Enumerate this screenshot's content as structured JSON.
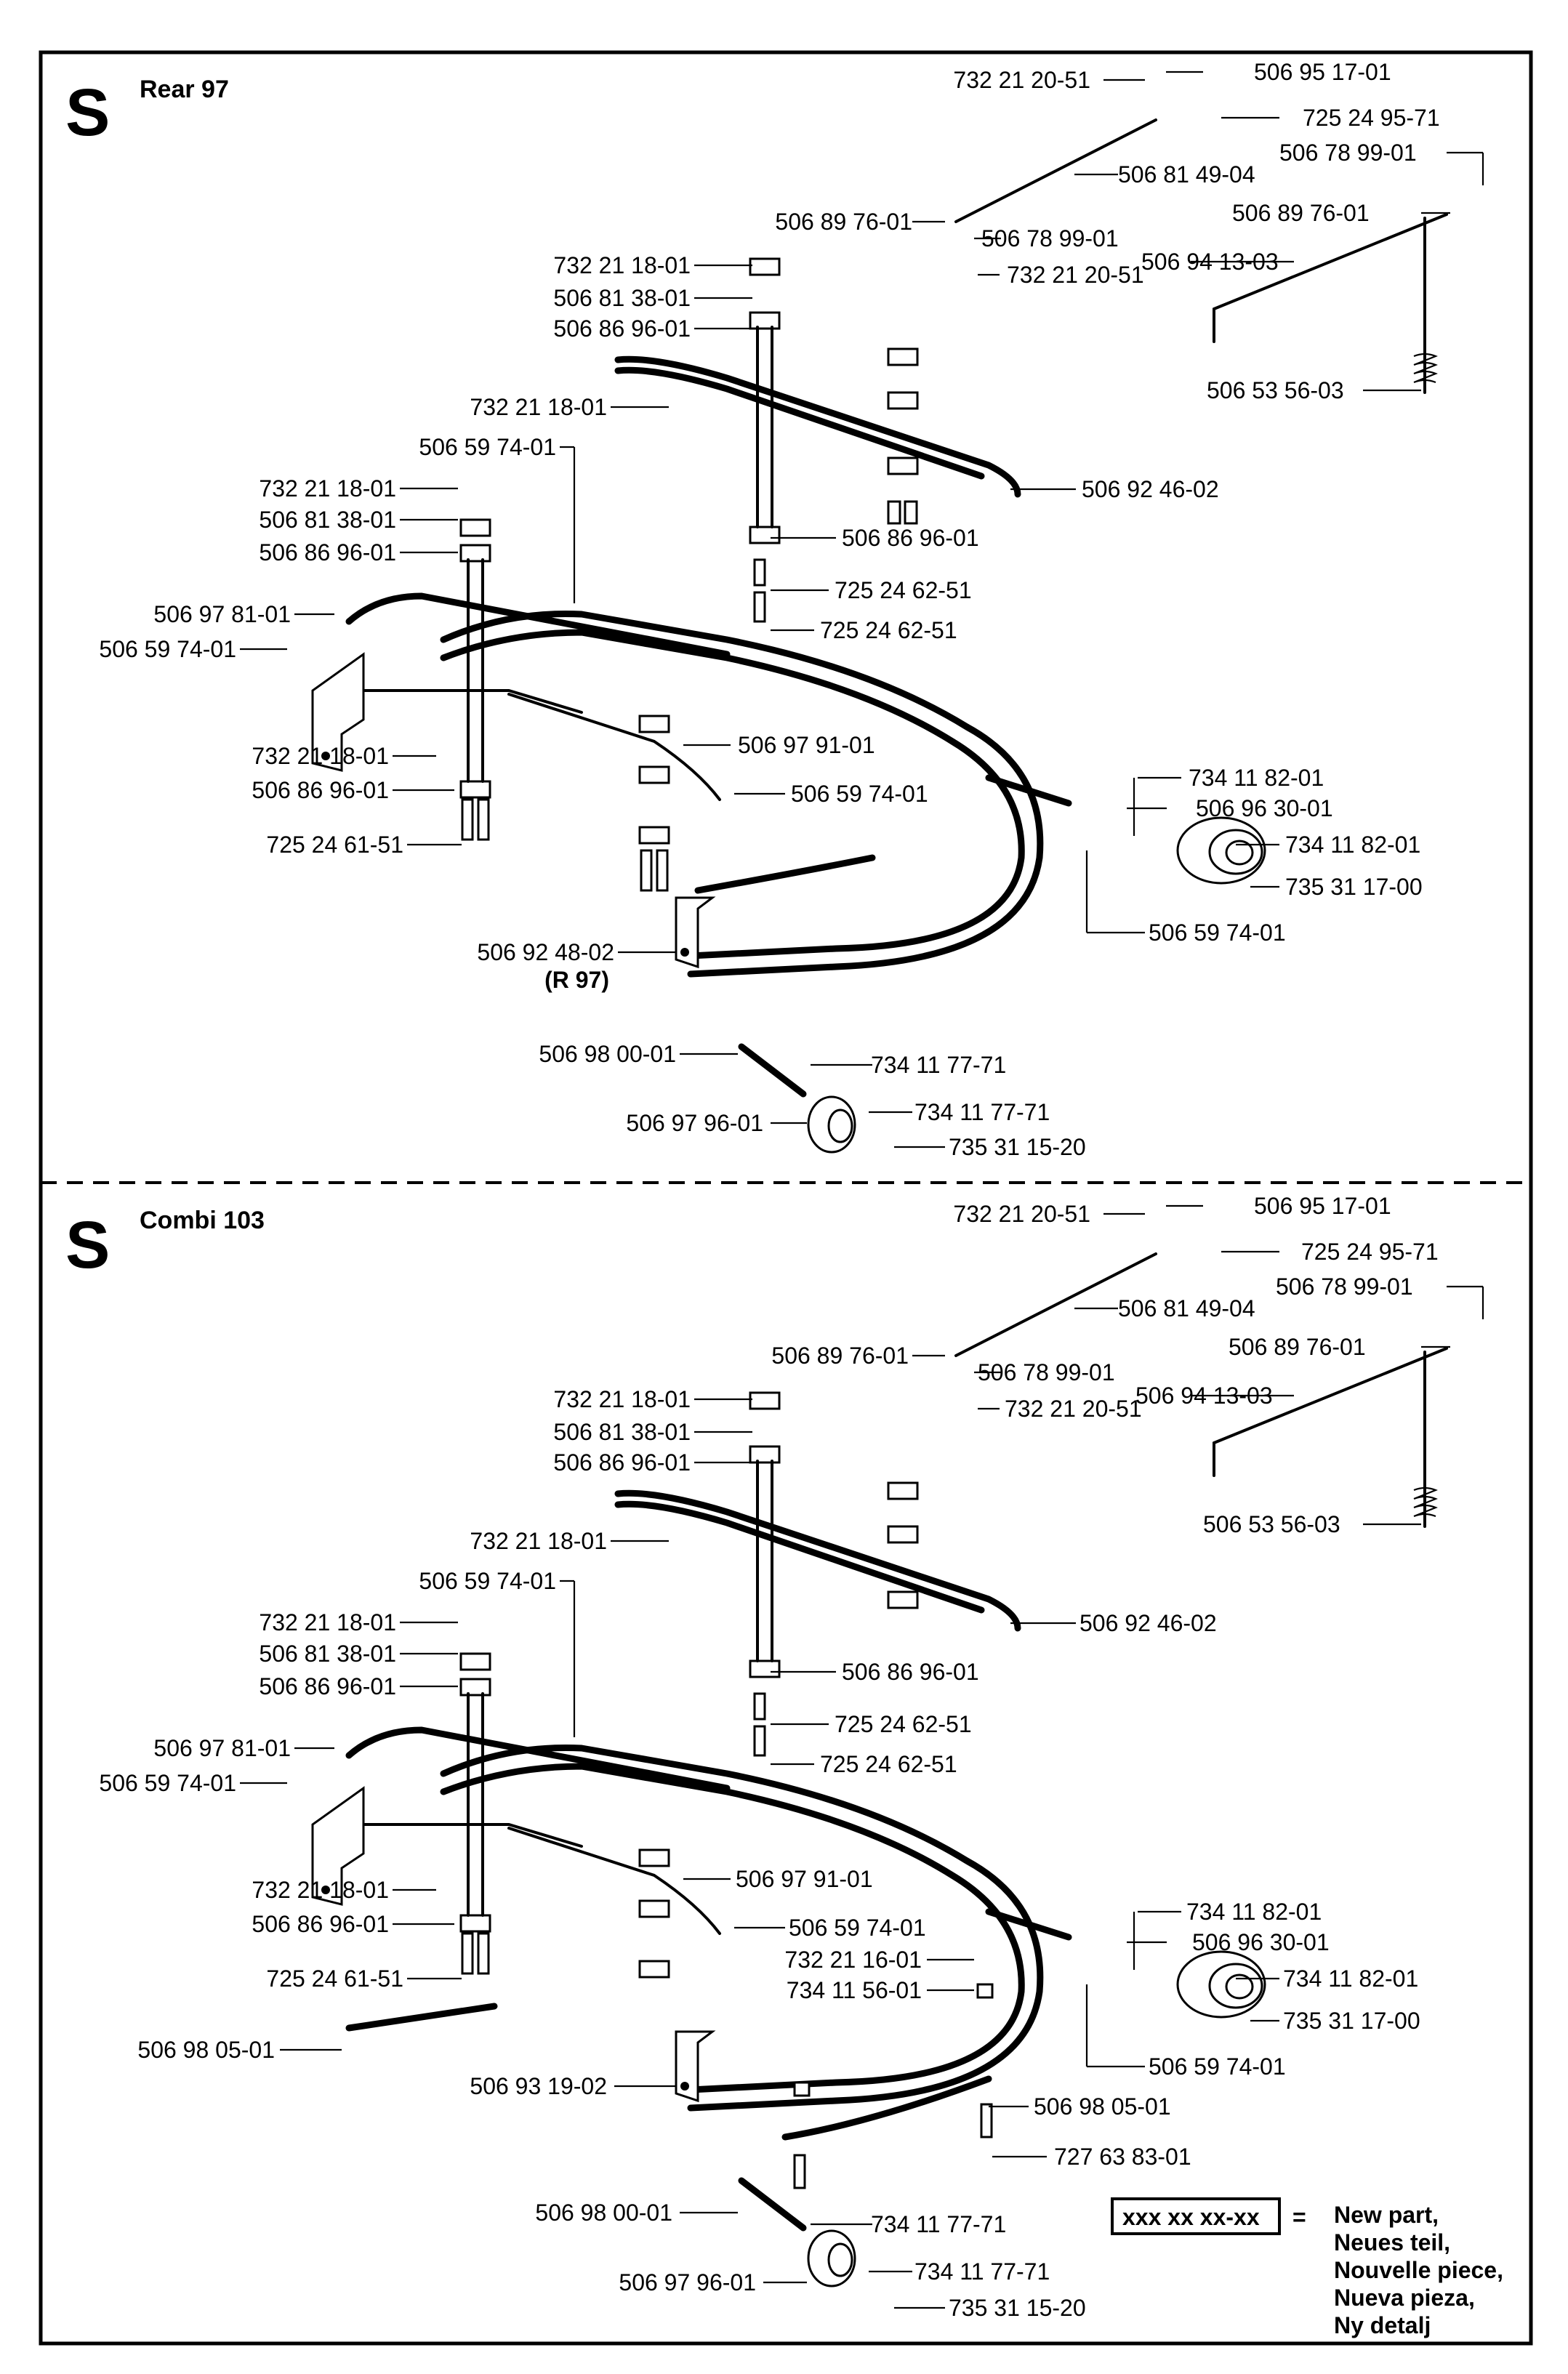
{
  "sections": [
    {
      "letter": "S",
      "title": "Rear 97",
      "labels": [
        "732 21 20-51",
        "506 95 17-01",
        "725 24 95-71",
        "506 81 49-04",
        "506 78 99-01",
        "506 89 76-01",
        "506 78 99-01",
        "506 89 76-01",
        "732 21 20-51",
        "506 94 13-03",
        "732 21 18-01",
        "506 81 38-01",
        "506 86 96-01",
        "506 53 56-03",
        "732 21 18-01",
        "506 59 74-01",
        "506 92 46-02",
        "732 21 18-01",
        "506 81 38-01",
        "506 86 96-01",
        "506 86 96-01",
        "725 24 62-51",
        "725 24 62-51",
        "506 97 81-01",
        "506 59 74-01",
        "506 97 91-01",
        "732 21 18-01",
        "506 86 96-01",
        "506 59 74-01",
        "734 11 82-01",
        "506 96 30-01",
        "725 24 61-51",
        "734 11 82-01",
        "735 31 17-00",
        "506 59 74-01",
        "506 92 48-02",
        "(R 97)",
        "506 98 00-01",
        "734 11 77-71",
        "734 11 77-71",
        "506 97 96-01",
        "735 31 15-20"
      ]
    },
    {
      "letter": "S",
      "title": "Combi 103",
      "labels": [
        "732 21 20-51",
        "506 95 17-01",
        "725 24 95-71",
        "506 81 49-04",
        "506 78 99-01",
        "506 89 76-01",
        "506 78 99-01",
        "506 89 76-01",
        "732 21 20-51",
        "506 94 13-03",
        "732 21 18-01",
        "506 81 38-01",
        "506 86 96-01",
        "506 53 56-03",
        "732 21 18-01",
        "506 59 74-01",
        "506 92 46-02",
        "732 21 18-01",
        "506 81 38-01",
        "506 86 96-01",
        "506 86 96-01",
        "725 24 62-51",
        "725 24 62-51",
        "506 97 81-01",
        "506 59 74-01",
        "506 97 91-01",
        "732 21 18-01",
        "506 86 96-01",
        "506 59 74-01",
        "732 21 16-01",
        "734 11 82-01",
        "506 96 30-01",
        "734 11 56-01",
        "725 24 61-51",
        "734 11 82-01",
        "735 31 17-00",
        "506 98 05-01",
        "506 59 74-01",
        "506 93 19-02",
        "506 98 05-01",
        "727 63 83-01",
        "506 98 00-01",
        "734 11 77-71",
        "734 11 77-71",
        "506 97 96-01",
        "735 31 15-20"
      ]
    }
  ],
  "legend": {
    "box_text": "xxx xx xx-xx",
    "equals": "=",
    "lines": [
      "New part,",
      "Neues teil,",
      "Nouvelle piece,",
      "Nueva pieza,",
      "Ny detalj"
    ]
  }
}
